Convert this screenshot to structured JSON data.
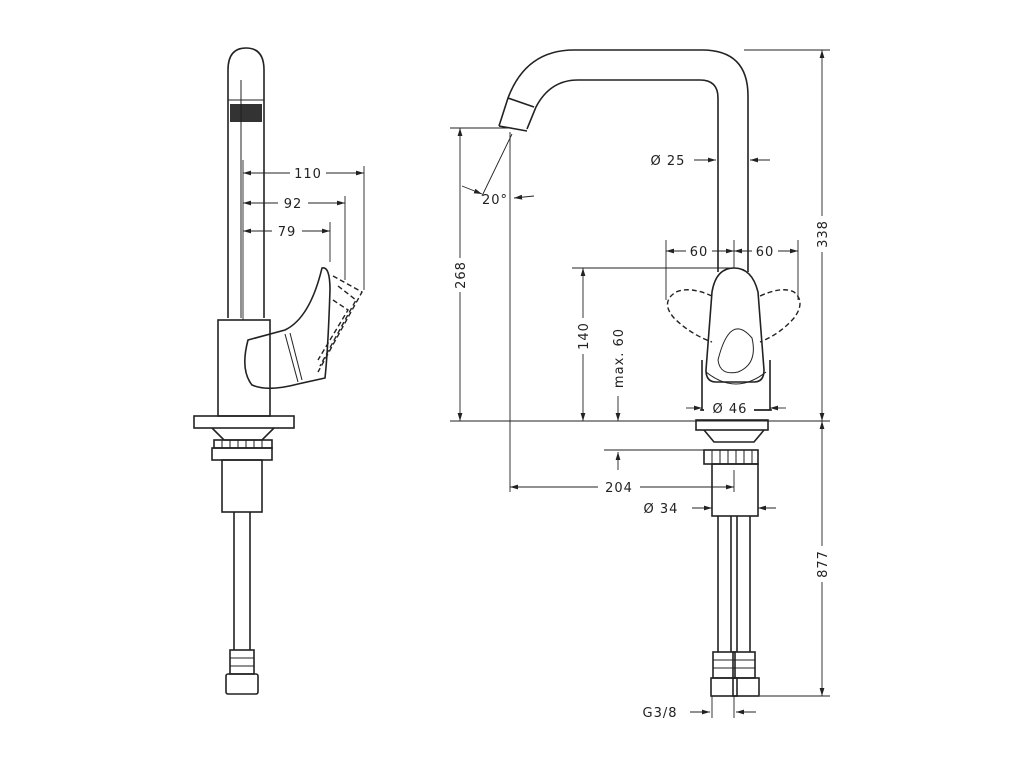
{
  "labels": {
    "d110": "110",
    "d92": "92",
    "d79": "79",
    "angle": "20°",
    "d268": "268",
    "d140": "140",
    "max60": "max. 60",
    "d25": "Ø 25",
    "d60_left": "60",
    "d60_right": "60",
    "d338": "338",
    "d46": "Ø 46",
    "d204": "204",
    "d34": "Ø 34",
    "d877": "877",
    "g38": "G3/8"
  }
}
